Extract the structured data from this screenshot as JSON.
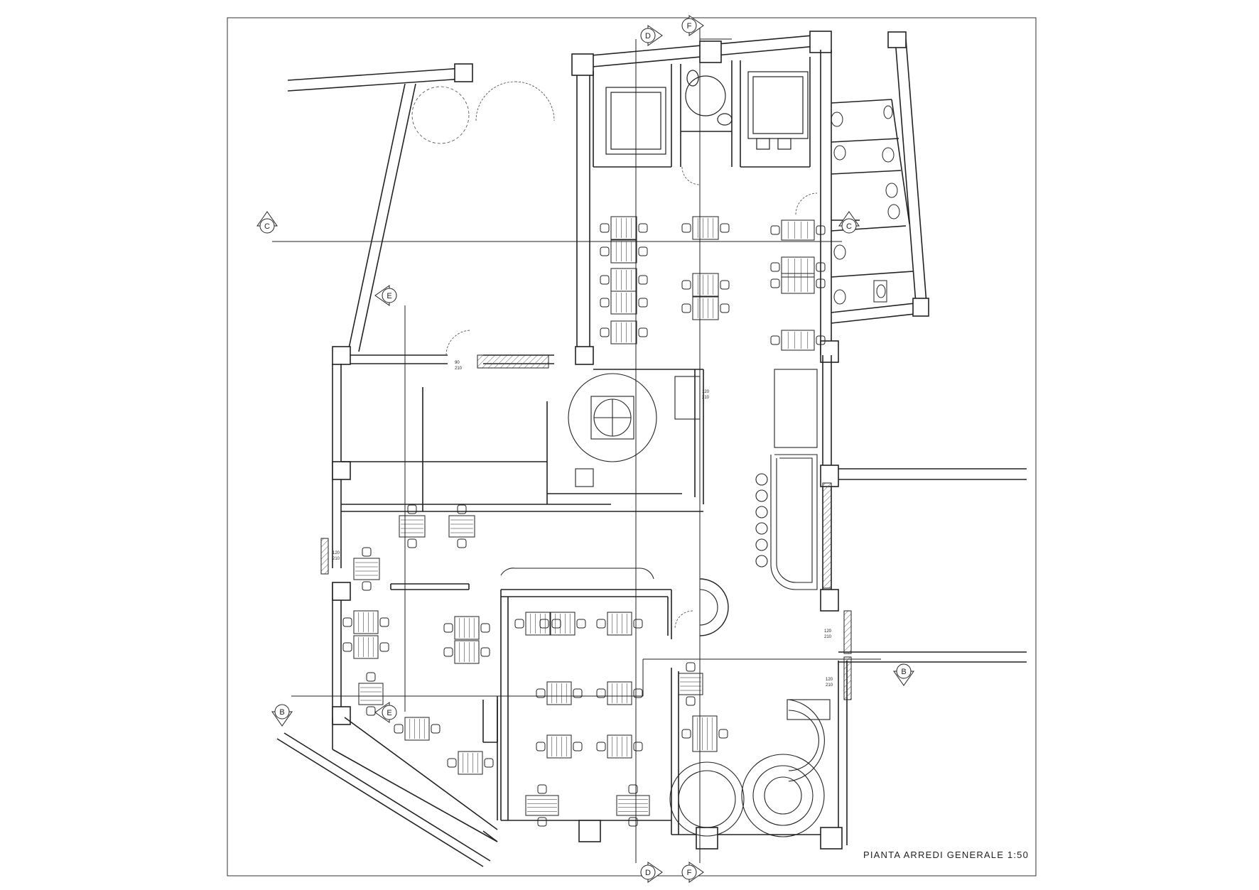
{
  "drawing": {
    "title": "PIANTA ARREDI GENERALE 1:50"
  },
  "section_markers": [
    {
      "id": "marker-d-top",
      "letter": "D"
    },
    {
      "id": "marker-f-top",
      "letter": "F"
    },
    {
      "id": "marker-c-left",
      "letter": "C"
    },
    {
      "id": "marker-c-right",
      "letter": "C"
    },
    {
      "id": "marker-e-upper",
      "letter": "E"
    },
    {
      "id": "marker-e-lower",
      "letter": "E"
    },
    {
      "id": "marker-b-left",
      "letter": "B"
    },
    {
      "id": "marker-b-right",
      "letter": "B"
    },
    {
      "id": "marker-d-bottom",
      "letter": "D"
    },
    {
      "id": "marker-f-bottom",
      "letter": "F"
    }
  ],
  "door_dimensions": {
    "left_door": [
      "120",
      "210"
    ],
    "kitchen_door": [
      "120",
      "210"
    ],
    "right_door_upper": [
      "120",
      "210"
    ],
    "right_door_lower": [
      "120",
      "210"
    ],
    "small_door": [
      "90",
      "210"
    ]
  },
  "colors": {
    "line": "#222222",
    "hatch": "#555555",
    "background": "#ffffff"
  }
}
